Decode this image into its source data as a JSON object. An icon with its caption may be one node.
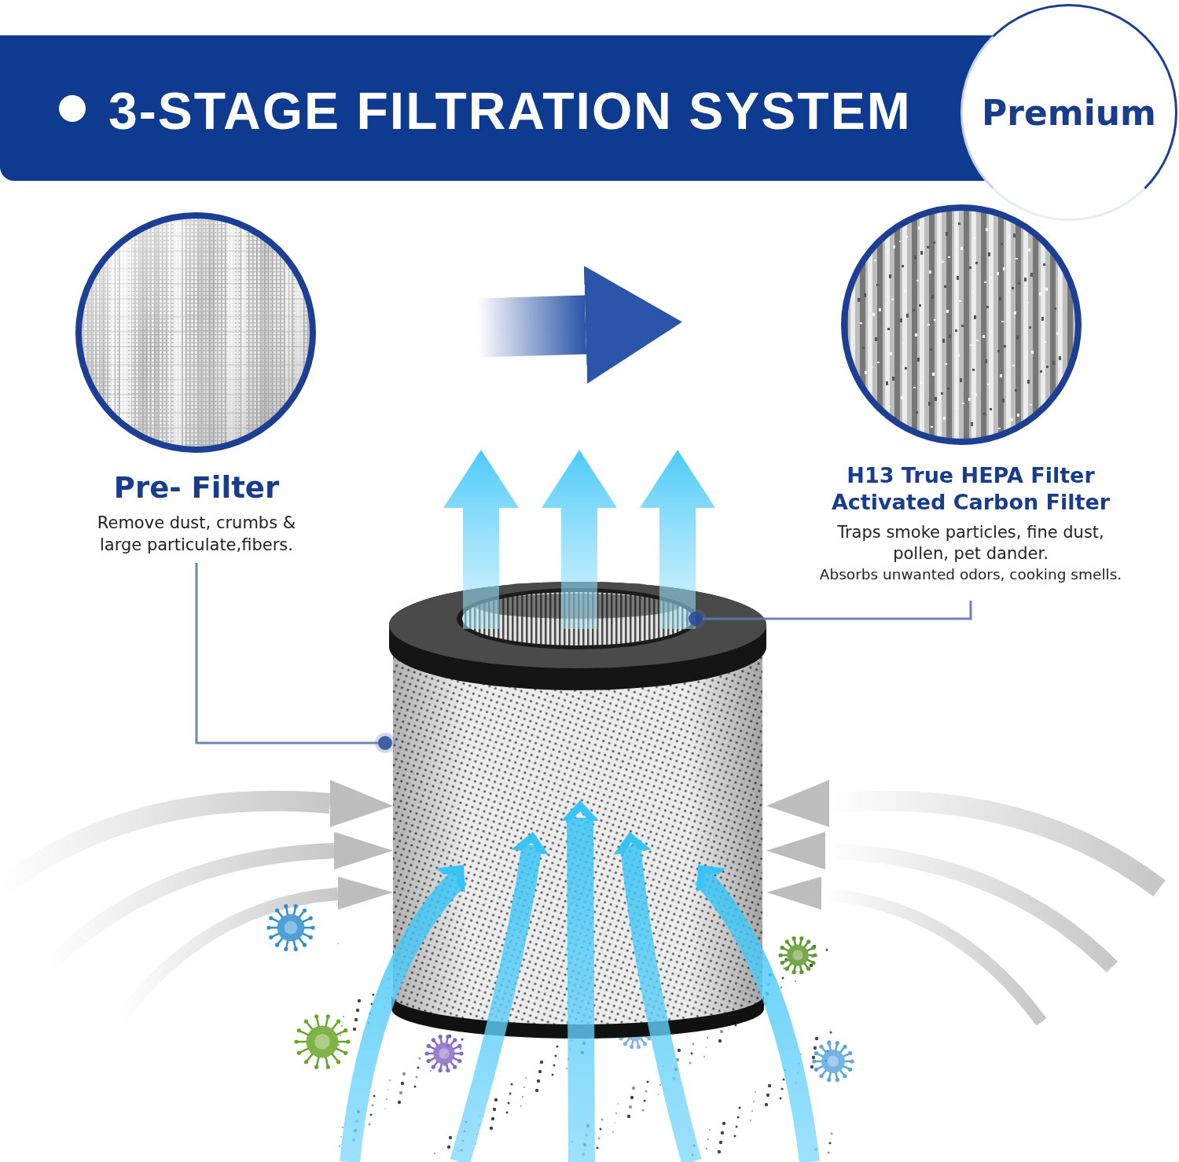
{
  "diagram": {
    "title": "3-STAGE FILTRATION SYSTEM",
    "nodes": [
      {
        "text": [
          "Premium"
        ]
      },
      {
        "text": [],
        "shape": "picture"
      },
      {
        "text": [],
        "shape": "picture"
      },
      {
        "text": [
          "Pre- Filter",
          "Remove dust, crumbs & large particulate,fibers."
        ]
      },
      {
        "text": [
          "H13 True HEPA Filter Activated Carbon Filter",
          "Traps smoke particles, fine dust, pollen, pet dander.",
          "Absorbs unwanted odors, cooking smells."
        ]
      },
      {
        "text": [],
        "shape": "picture"
      },
      {
        "text": [],
        "shape": "picture"
      }
    ],
    "edges": [
      {
        "from": 1,
        "to": 2,
        "arrow": "to",
        "style": "thick",
        "color": "#2a55a8"
      },
      {
        "from": 3,
        "to": 5,
        "arrow": "other"
      },
      {
        "from": 4,
        "to": 6,
        "arrow": "other"
      }
    ]
  }
}
